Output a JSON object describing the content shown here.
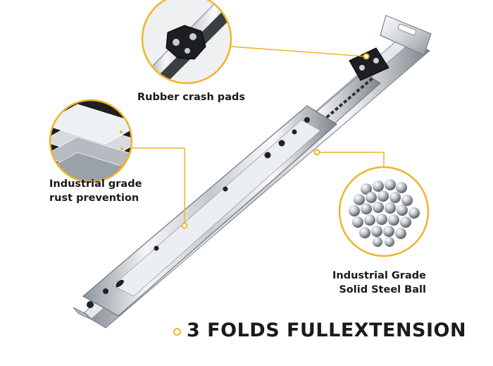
{
  "features": {
    "pads": {
      "icon": "rubber-pad-icon",
      "line1": "Rubber crash pads"
    },
    "rust": {
      "icon": "steel-plates-icon",
      "line1": "Industrial grade",
      "line2": "rust prevention"
    },
    "balls": {
      "icon": "steel-balls-icon",
      "line1": "Industrial Grade",
      "line2": "Solid Steel Ball"
    }
  },
  "caption": {
    "text": "3 FOLDS FULLEXTENSION"
  },
  "colors": {
    "accent": "#f0b429",
    "steel_light": "#f2f4f6",
    "steel_mid": "#c3c8cd",
    "steel_dark": "#5a6068",
    "pad": "#1c1e22",
    "text": "#1a1a1a"
  }
}
